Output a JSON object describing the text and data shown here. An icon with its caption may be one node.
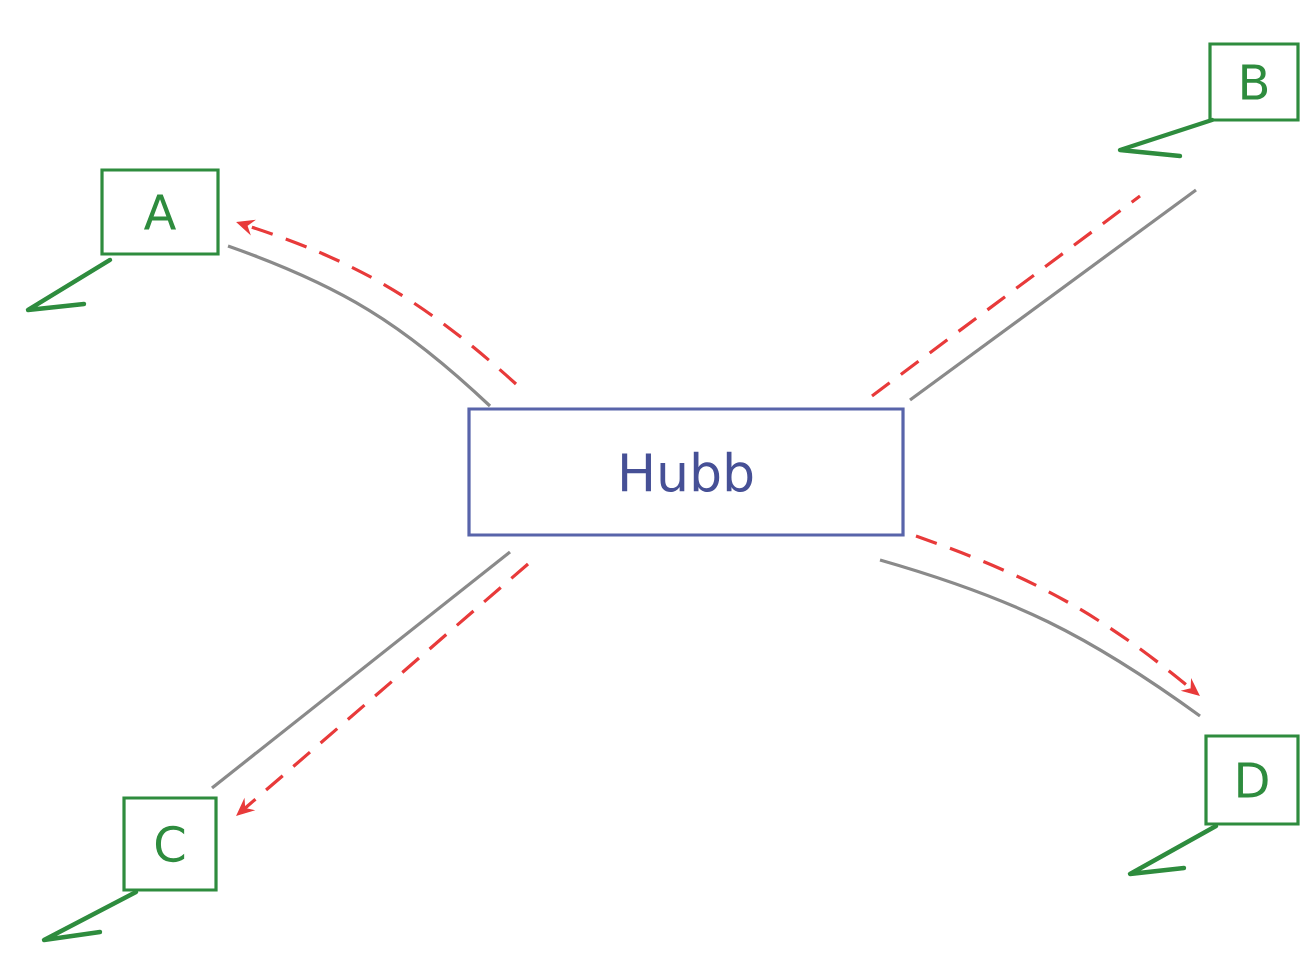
{
  "diagram": {
    "nodes": [
      {
        "text": [
          "Hubb"
        ]
      },
      {
        "text": [
          "A"
        ]
      },
      {
        "text": [
          "B"
        ]
      },
      {
        "text": [
          "C"
        ]
      },
      {
        "text": [
          "D"
        ]
      }
    ],
    "edges": [
      {
        "from": 0,
        "to": 1,
        "arrow": "none",
        "color": "#8a8a8a"
      },
      {
        "from": 0,
        "to": 1,
        "arrow": "to",
        "style": "dashed",
        "color": "#e83a3a"
      },
      {
        "from": 0,
        "to": 2,
        "arrow": "none",
        "color": "#8a8a8a"
      },
      {
        "from": 0,
        "to": 2,
        "arrow": "none",
        "style": "dashed",
        "color": "#e83a3a"
      },
      {
        "from": 0,
        "to": 3,
        "arrow": "none",
        "color": "#8a8a8a"
      },
      {
        "from": 0,
        "to": 3,
        "arrow": "to",
        "style": "dashed",
        "color": "#e83a3a"
      },
      {
        "from": 0,
        "to": 4,
        "arrow": "none",
        "color": "#8a8a8a"
      },
      {
        "from": 0,
        "to": 4,
        "arrow": "to",
        "style": "dashed",
        "color": "#e83a3a"
      }
    ]
  }
}
